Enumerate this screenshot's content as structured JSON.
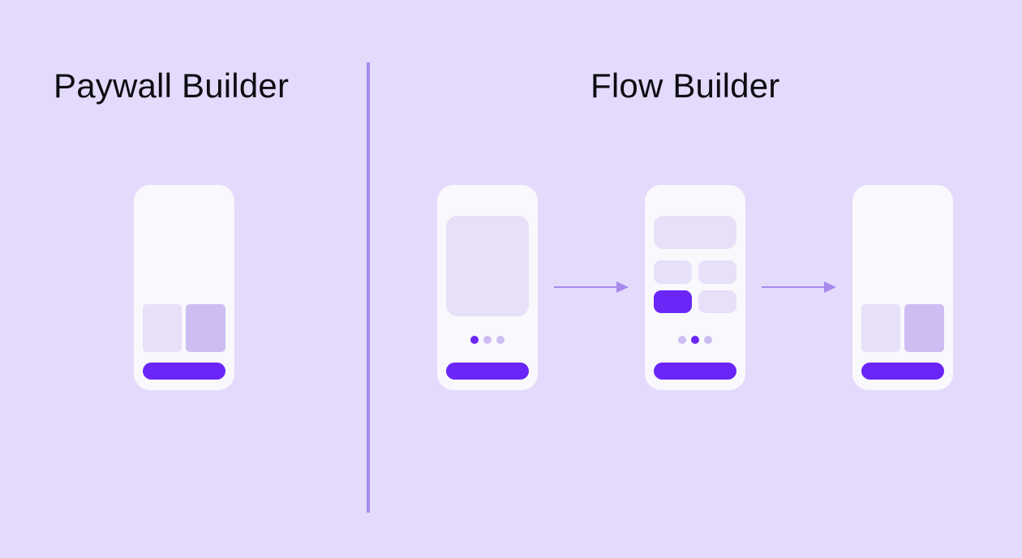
{
  "titles": {
    "paywall_builder": "Paywall Builder",
    "flow_builder": "Flow Builder"
  },
  "colors": {
    "background": "#e4dafb",
    "divider": "#a68aea",
    "phone": "#f9f8fd",
    "accent": "#6a25f7",
    "light_tile": "#e7e0f8",
    "muted_tile": "#cdbdf3",
    "arrow": "#a68aea"
  },
  "flow": {
    "screen_count": 3,
    "screen_1_active_dot": 1,
    "screen_2_active_dot": 2,
    "dots_per_screen": 3
  }
}
